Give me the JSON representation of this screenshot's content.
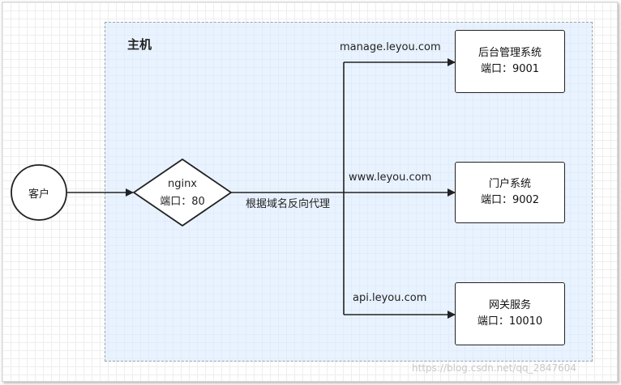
{
  "host": {
    "title": "主机"
  },
  "client": {
    "label": "客户"
  },
  "nginx": {
    "name": "nginx",
    "port": "端口：80"
  },
  "routing_label": "根据域名反向代理",
  "routes": [
    {
      "domain": "manage.leyou.com",
      "service": "后台管理系统",
      "port": "端口：9001"
    },
    {
      "domain": "www.leyou.com",
      "service": "门户系统",
      "port": "端口：9002"
    },
    {
      "domain": "api.leyou.com",
      "service": "网关服务",
      "port": "端口：10010"
    }
  ],
  "watermark": "https://blog.csdn.net/qq_2847604",
  "colors": {
    "host_fill": "#daebff",
    "stroke": "#222222"
  }
}
